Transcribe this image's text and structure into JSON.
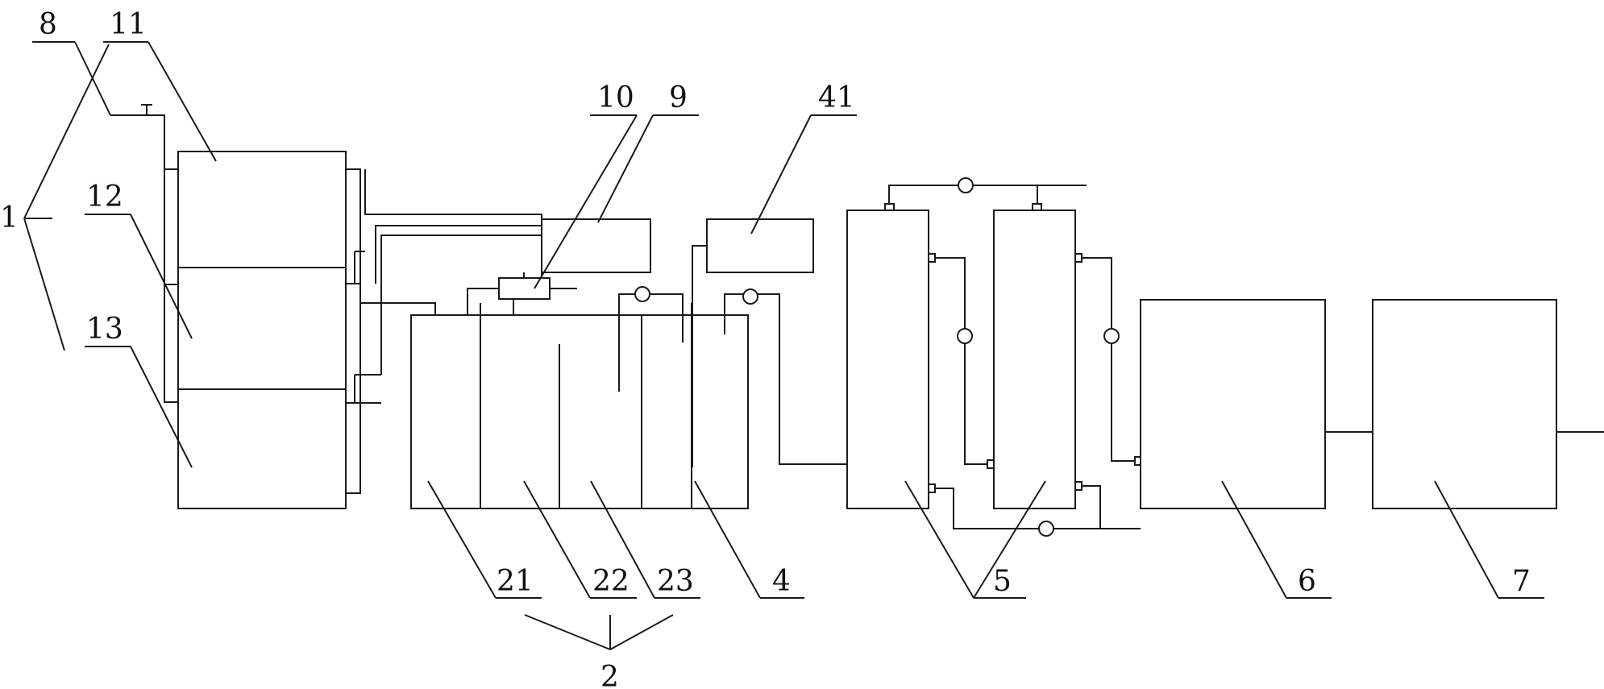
{
  "labels": {
    "n1": "1",
    "n2": "2",
    "n4": "4",
    "n5": "5",
    "n6": "6",
    "n7": "7",
    "n8": "8",
    "n9": "9",
    "n10": "10",
    "n11": "11",
    "n12": "12",
    "n13": "13",
    "n21": "21",
    "n22": "22",
    "n23": "23",
    "n41": "41"
  }
}
